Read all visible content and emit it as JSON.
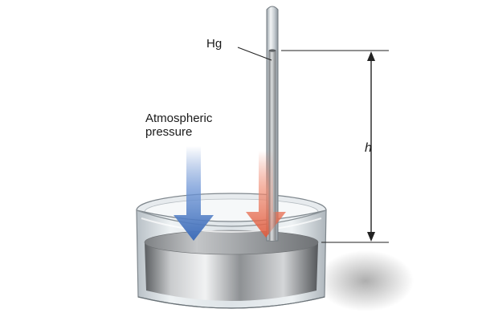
{
  "labels": {
    "mercury": "Hg",
    "atmospheric_line1": "Atmospheric",
    "atmospheric_line2": "pressure",
    "height": "h"
  },
  "colors": {
    "atmospheric_arrow": "#4f7cc7",
    "column_pressure_arrow": "#e8654a",
    "mercury": "#a9abad",
    "glass": "#dfe4e8",
    "line": "#222222"
  }
}
